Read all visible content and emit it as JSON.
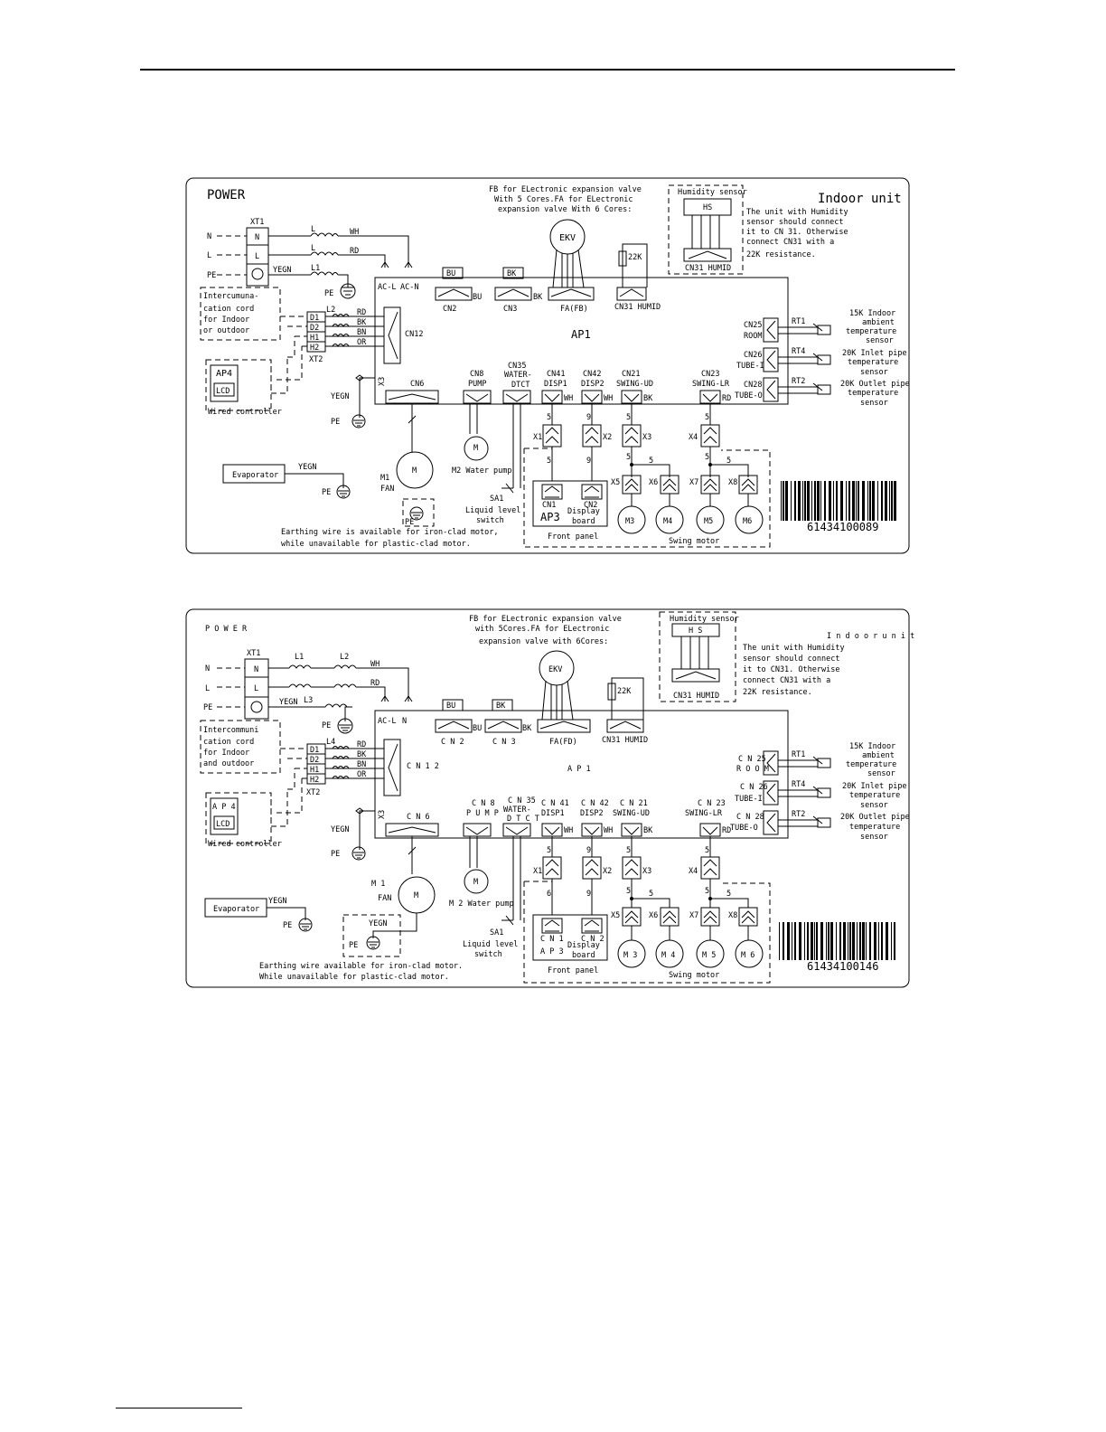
{
  "d1": {
    "power": "POWER",
    "indoor_unit": "Indoor unit",
    "ekv_note": [
      "FB for ELectronic expansion valve",
      "With 5 Cores.FA for ELectronic",
      "expansion valve With 6 Cores:"
    ],
    "humidity_sensor": "Humidity sensor",
    "hs": "HS",
    "cn31_humid_box": "CN31 HUMID",
    "humidity_note": [
      "The unit with Humidity",
      "sensor should connect",
      "it to CN 31. Otherwise",
      "connect CN31 with a",
      "22K resistance."
    ],
    "xt1": "XT1",
    "n": "N",
    "l": "L",
    "pe": "PE",
    "wire_l": "L",
    "wire_l1": "L1",
    "wire_l2": "L2",
    "wh": "WH",
    "rd": "RD",
    "yegn": "YEGN",
    "bu": "BU",
    "bk": "BK",
    "bn": "BN",
    "or": "OR",
    "intercom": [
      "Intercumuna-",
      "cation  cord",
      "for   Indoor",
      "or outdoor"
    ],
    "d1l": "D1",
    "d2l": "D2",
    "h1l": "H1",
    "h2l": "H2",
    "xt2": "XT2",
    "ap4": "AP4",
    "lcd": "LCD",
    "wired": "Wired controller",
    "acl": "AC-L",
    "acn": "AC-N",
    "cn2": "CN2",
    "cn3": "CN3",
    "fafb": "FA(FB)",
    "cn31h": "CN31 HUMID",
    "ekv": "EKV",
    "r22k": "22K",
    "cn12": "CN12",
    "ap1": "AP1",
    "x3v": "X3",
    "cn6": "CN6",
    "cn8": [
      "CN8",
      "PUMP"
    ],
    "cn35": [
      "CN35",
      "WATER-",
      "DTCT"
    ],
    "cn41": [
      "CN41",
      "DISP1"
    ],
    "cn42": [
      "CN42",
      "DISP2"
    ],
    "cn21": [
      "CN21",
      "SWING-UD"
    ],
    "cn23": [
      "CN23",
      "SWING-LR"
    ],
    "cn25": [
      "CN25",
      "ROOM"
    ],
    "cn26": [
      "CN26",
      "TUBE-I"
    ],
    "cn28": [
      "CN28",
      "TUBE-O"
    ],
    "rt1": "RT1",
    "rt4": "RT4",
    "rt2": "RT2",
    "s1": [
      "15K Indoor",
      "ambient",
      "temperature",
      "sensor"
    ],
    "s2": [
      "20K Inlet pipe",
      "temperature",
      "sensor"
    ],
    "s3": [
      "20K Outlet pipe",
      "temperature",
      "sensor"
    ],
    "x1": "X1",
    "x2": "X2",
    "x3": "X3",
    "x4": "X4",
    "x5": "X5",
    "x6": "X6",
    "x7": "X7",
    "x8": "X8",
    "n5": "5",
    "n9": "9",
    "evaporator": "Evaporator",
    "m": "M",
    "m1": "M1",
    "fan": "FAN",
    "m2": "M2 Water pump",
    "sa1": "SA1",
    "liquid": [
      "Liquid level",
      "switch"
    ],
    "cn1": "CN1",
    "cn2b": "CN2",
    "ap3": "AP3",
    "display": [
      "Display",
      "board"
    ],
    "front": "Front panel",
    "swing": "Swing motor",
    "m3": "M3",
    "m4": "M4",
    "m5": "M5",
    "m6": "M6",
    "earthing": [
      "Earthing wire is available for iron-clad motor,",
      "while unavailable for plastic-clad motor."
    ],
    "barcode": "61434100089"
  },
  "d2": {
    "power": "P O W E R",
    "indoor_unit": "I n d o o r   u n i t",
    "ekv_note": [
      "FB for ELectronic expansion valve",
      "with 5Cores.FA for ELectronic",
      "expansion valve with 6Cores:"
    ],
    "humidity_sensor": "Humidity sensor",
    "hs": "H S",
    "cn31_humid_box": "CN31    HUMID",
    "humidity_note": [
      "The unit with Humidity",
      "sensor should connect",
      "it to CN31. Otherwise",
      "connect CN31 with a",
      "22K resistance."
    ],
    "xt1": "XT1",
    "n": "N",
    "l": "L",
    "pe": "PE",
    "wire_l1": "L1",
    "wire_l2": "L2",
    "wire_l3": "L3",
    "wire_l4": "L4",
    "wh": "WH",
    "rd": "RD",
    "yegn": "YEGN",
    "bu": "BU",
    "bk": "BK",
    "bn": "BN",
    "or": "OR",
    "intercom": [
      "Intercommuni",
      "cation  cord",
      "for   Indoor",
      "and outdoor"
    ],
    "d1l": "D1",
    "d2l": "D2",
    "h1l": "H1",
    "h2l": "H2",
    "xt2": "XT2",
    "ap4": "A P 4",
    "lcd": "LCD",
    "wired": "Wired controller",
    "acl": "AC-L",
    "acn": "N",
    "cn2": "C N 2",
    "cn3": "C N 3",
    "fafb": "FA(FD)",
    "cn31h": "CN31 HUMID",
    "ekv": "EKV",
    "r22k": "22K",
    "cn12": "C N 1 2",
    "ap1": "A P 1",
    "x3v": "X3",
    "cn6": "C N 6",
    "cn8": [
      "C N 8",
      "P U M P"
    ],
    "cn35": [
      "C N 35",
      "WATER-",
      "D T C T"
    ],
    "cn41": [
      "C N 41",
      "DISP1"
    ],
    "cn42": [
      "C N 42",
      "DISP2"
    ],
    "cn21": [
      "C N 21",
      "SWING-UD"
    ],
    "cn23": [
      "C N 23",
      "SWING-LR"
    ],
    "cn25": [
      "C N 25",
      "R O O M"
    ],
    "cn26": [
      "C N 26",
      "TUBE-I"
    ],
    "cn28": [
      "C N 28",
      "TUBE-O"
    ],
    "rt1": "RT1",
    "rt4": "RT4",
    "rt2": "RT2",
    "s1": [
      "15K Indoor",
      "ambient",
      "temperature",
      "sensor"
    ],
    "s2": [
      "20K Inlet pipe",
      "temperature",
      "sensor"
    ],
    "s3": [
      "20K Outlet pipe",
      "temperature",
      "sensor"
    ],
    "x1": "X1",
    "x2": "X2",
    "x3": "X3",
    "x4": "X4",
    "x5": "X5",
    "x6": "X6",
    "x7": "X7",
    "x8": "X8",
    "n5": "5",
    "n6": "6",
    "n9": "9",
    "evaporator": "Evaporator",
    "m": "M",
    "m1": "M 1",
    "fan": "FAN",
    "m2": "M 2 Water pump",
    "sa1": "SA1",
    "liquid": [
      "Liquid level",
      "switch"
    ],
    "cn1": "C N 1",
    "cn2b": "C N 2",
    "ap3": "A P 3",
    "display": [
      "Display",
      "board"
    ],
    "front": "Front panel",
    "swing": "Swing motor",
    "m3": "M 3",
    "m4": "M 4",
    "m5": "M 5",
    "m6": "M 6",
    "earthing": [
      "Earthing wire available for iron-clad motor.",
      "While unavailable for plastic-clad motor."
    ],
    "barcode": "61434100146"
  }
}
